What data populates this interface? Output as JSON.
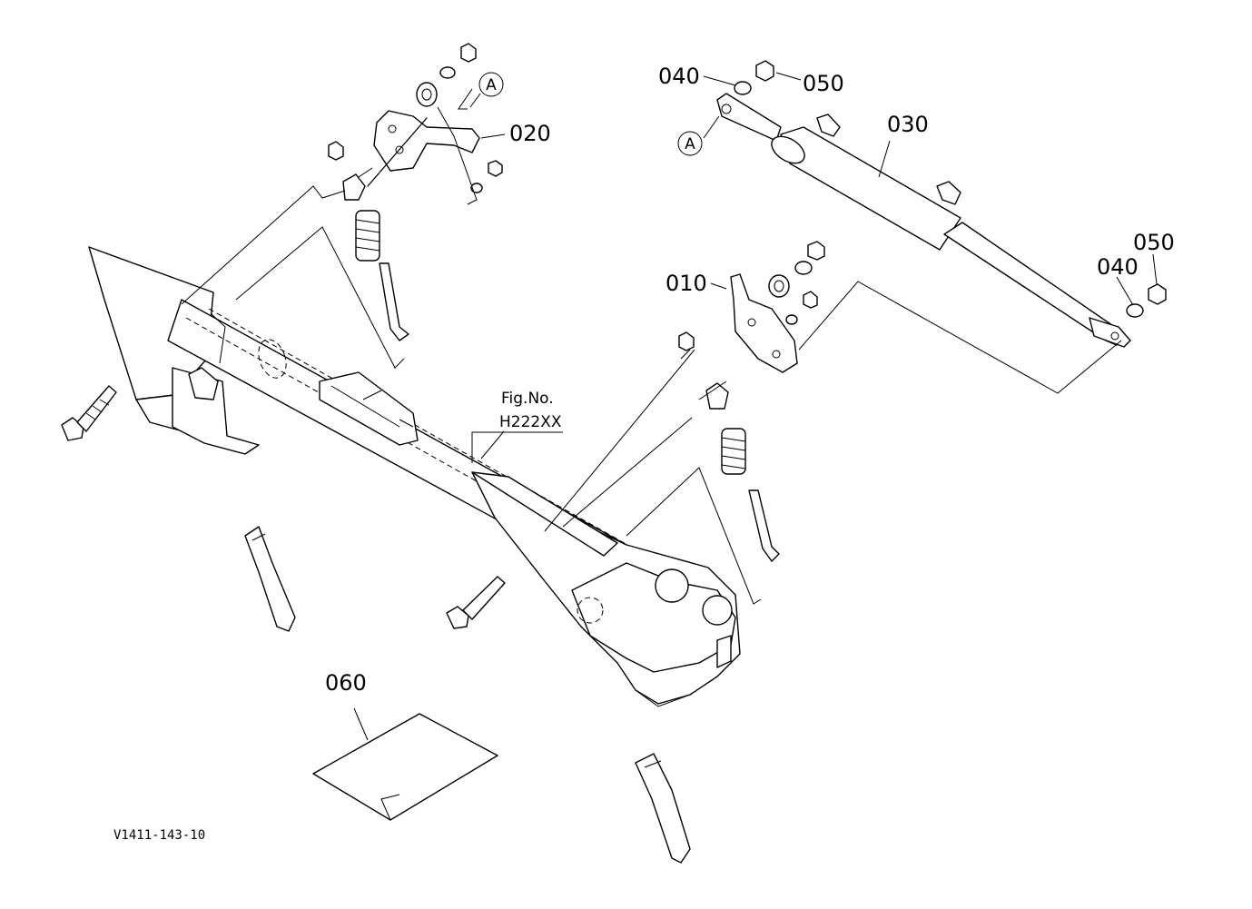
{
  "callouts": {
    "p010": "010",
    "p020": "020",
    "p030": "030",
    "p040a": "040",
    "p040b": "040",
    "p050a": "050",
    "p050b": "050",
    "p060": "060",
    "markA1": "A",
    "markA2": "A"
  },
  "figure_ref": {
    "line1": "Fig.No.",
    "line2": "H222XX"
  },
  "drawing_code": "V1411-143-10"
}
